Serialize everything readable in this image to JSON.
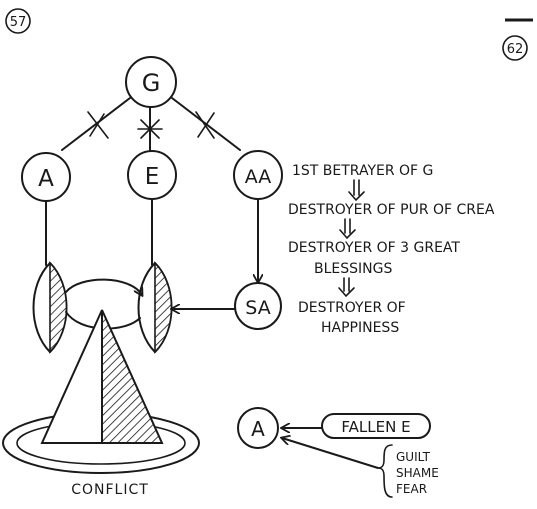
{
  "page_numbers": {
    "left": "57",
    "right": "62"
  },
  "nodes": {
    "g": "G",
    "a": "A",
    "e": "E",
    "aa": "AA",
    "sa": "SA",
    "a_bottom": "A"
  },
  "chain": [
    "1ST BETRAYER OF G",
    "DESTROYER OF PUR OF CREA",
    "DESTROYER OF 3 GREAT",
    "BLESSINGS",
    "DESTROYER OF",
    "HAPPINESS"
  ],
  "fallen_box": "FALLEN E",
  "feelings": [
    "GUILT",
    "SHAME",
    "FEAR"
  ],
  "conflict_label": "CONFLICT"
}
